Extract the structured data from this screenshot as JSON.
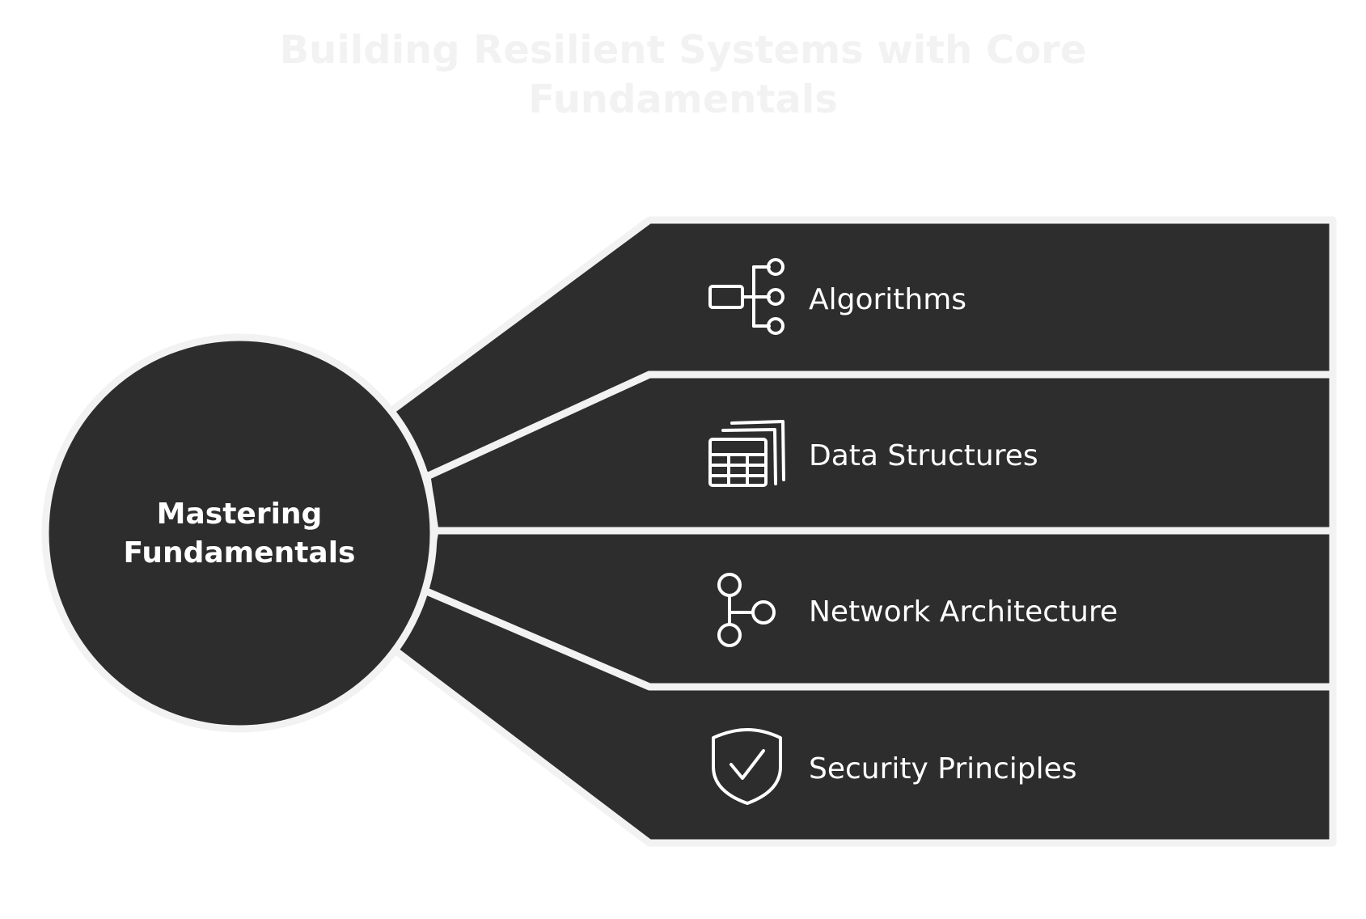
{
  "title": {
    "line1": "Building Resilient Systems with Core",
    "line2": "Fundamentals"
  },
  "hub": {
    "line1": "Mastering",
    "line2": "Fundamentals"
  },
  "branches": [
    {
      "label": "Algorithms",
      "icon": "flowchart-icon"
    },
    {
      "label": "Data Structures",
      "icon": "table-stack-icon"
    },
    {
      "label": "Network Architecture",
      "icon": "network-nodes-icon"
    },
    {
      "label": "Security Principles",
      "icon": "shield-check-icon"
    }
  ],
  "colors": {
    "fill": "#2d2d2d",
    "outline": "#f2f2f2",
    "text": "#ffffff",
    "title": "#f2f2f2",
    "background": "#ffffff"
  }
}
